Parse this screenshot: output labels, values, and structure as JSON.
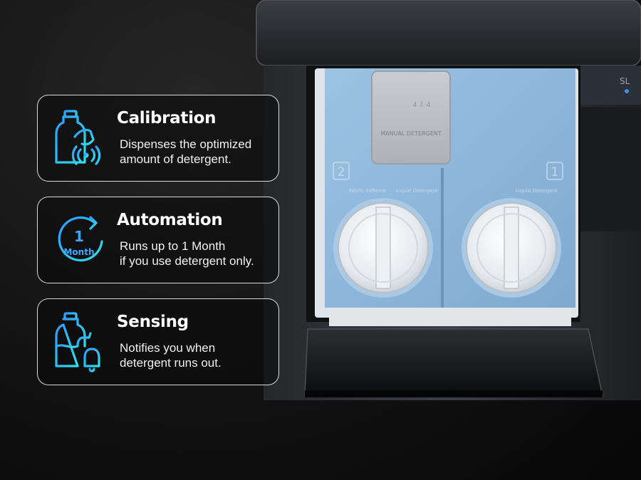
{
  "features": [
    {
      "title": "Calibration",
      "line1": "Dispenses the optimized",
      "line2": "amount of detergent.",
      "icon": "detergent-hand-signal-icon"
    },
    {
      "title": "Automation",
      "line1": "Runs up to 1 Month",
      "line2": "if you use detergent only.",
      "icon": "one-month-cycle-icon",
      "icon_number": "1",
      "icon_unit": "Month"
    },
    {
      "title": "Sensing",
      "line1": "Notifies you when",
      "line2": "detergent runs out.",
      "icon": "detergent-bell-icon"
    }
  ],
  "drawer": {
    "manual_label": "MANUAL DETERGENT",
    "compartment_2_number": "2",
    "compartment_2_label_a": "Fabric Softener",
    "compartment_2_label_b": "Liquid Detergent",
    "compartment_1_number": "1",
    "compartment_1_label": "Liquid Detergent"
  },
  "colors": {
    "icon_gradient_start": "#2f9bff",
    "icon_gradient_end": "#2fe0e8",
    "drawer_blue": "#8fb9dc",
    "cap_white": "#e8ecf0"
  }
}
